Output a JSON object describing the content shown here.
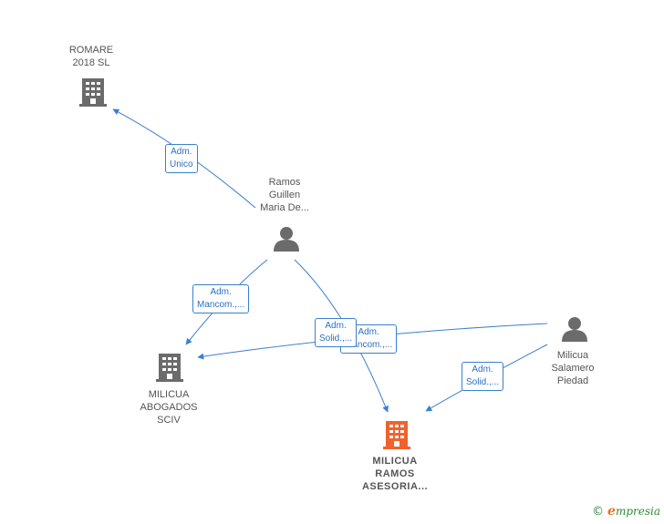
{
  "nodes": {
    "romare": {
      "label": "ROMARE\n2018  SL",
      "type": "company"
    },
    "ramos_guillen": {
      "label": "Ramos\nGuillen\nMaria De...",
      "type": "person"
    },
    "milicua_abogados": {
      "label": "MILICUA\nABOGADOS\nSCIV",
      "type": "company"
    },
    "milicua_ramos": {
      "label": "MILICUA\nRAMOS\nASESORIA...",
      "type": "company-focus"
    },
    "milicua_salamero": {
      "label": "Milicua\nSalamero\nPiedad",
      "type": "person"
    }
  },
  "edges": {
    "e1": "Adm.\nUnico",
    "e2": "Adm.\nMancom.,...",
    "e3": "Adm.\nMancom.,...",
    "e4": "Adm.\nSolid.,...",
    "e5": "Adm.\nSolid.,..."
  },
  "colors": {
    "edge": "#3a7fd1",
    "company_icon": "#6b6b6b",
    "focus_icon": "#f0622d",
    "person_icon": "#6b6b6b"
  },
  "icons": {
    "company": "building-icon",
    "person": "person-icon"
  },
  "footer": {
    "symbol": "©",
    "brand_initial": "e",
    "brand_rest": "mpresia"
  }
}
